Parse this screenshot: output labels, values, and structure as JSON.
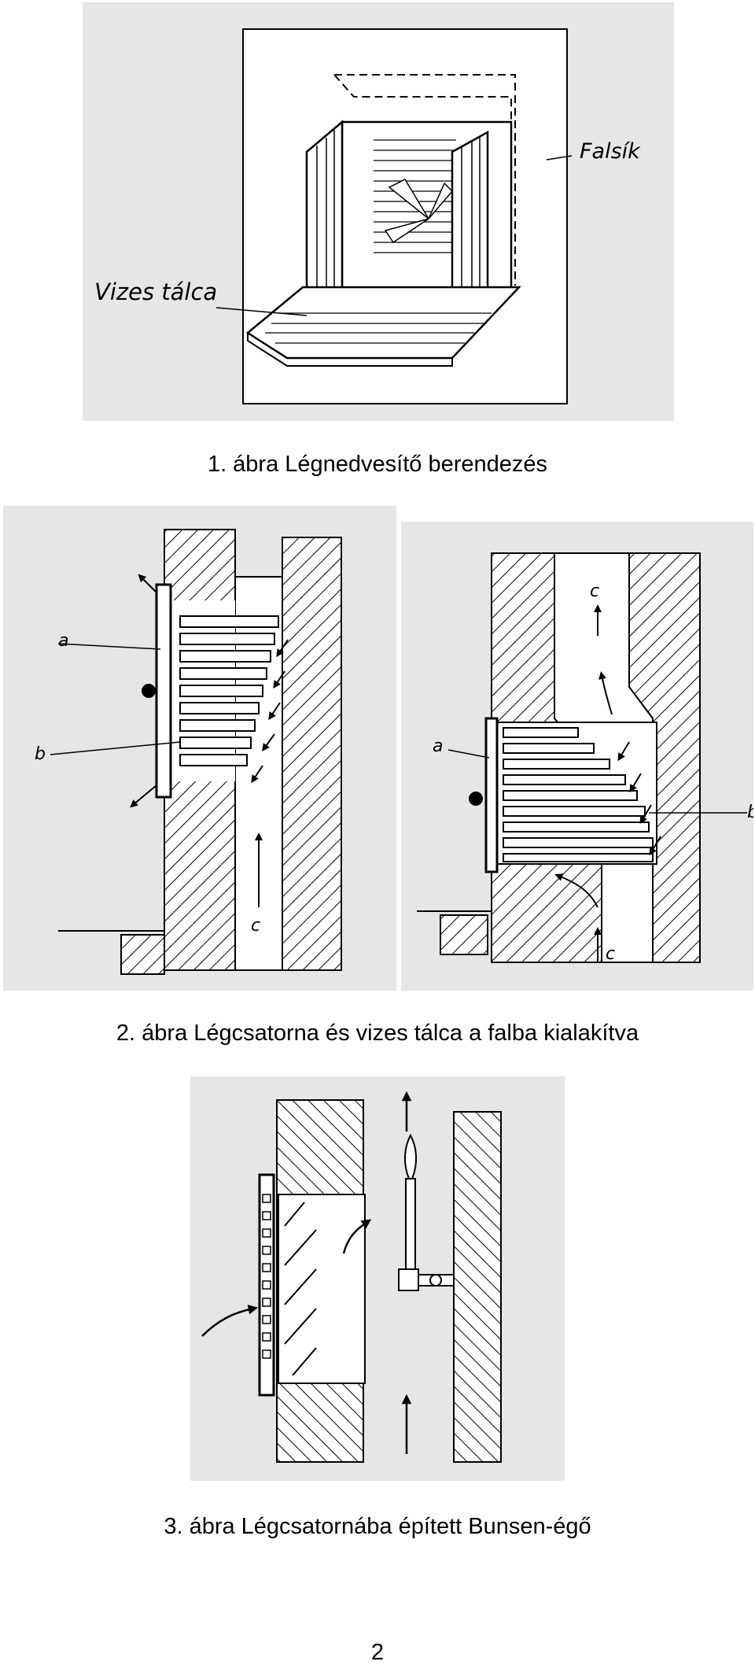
{
  "figure1": {
    "label_wall": "Falsík",
    "label_tray": "Vizes tálca",
    "caption": "1. ábra Légnedvesítő berendezés"
  },
  "figure2": {
    "left": {
      "label_a": "a",
      "label_b": "b",
      "label_c": "c"
    },
    "right": {
      "label_a": "a",
      "label_b": "b",
      "label_c_top": "c",
      "label_c_bottom": "c"
    },
    "caption": "2. ábra Légcsatorna és vizes tálca a falba kialakítva"
  },
  "figure3": {
    "caption": "3. ábra Légcsatornába épített Bunsen-égő"
  },
  "page_number": "2"
}
